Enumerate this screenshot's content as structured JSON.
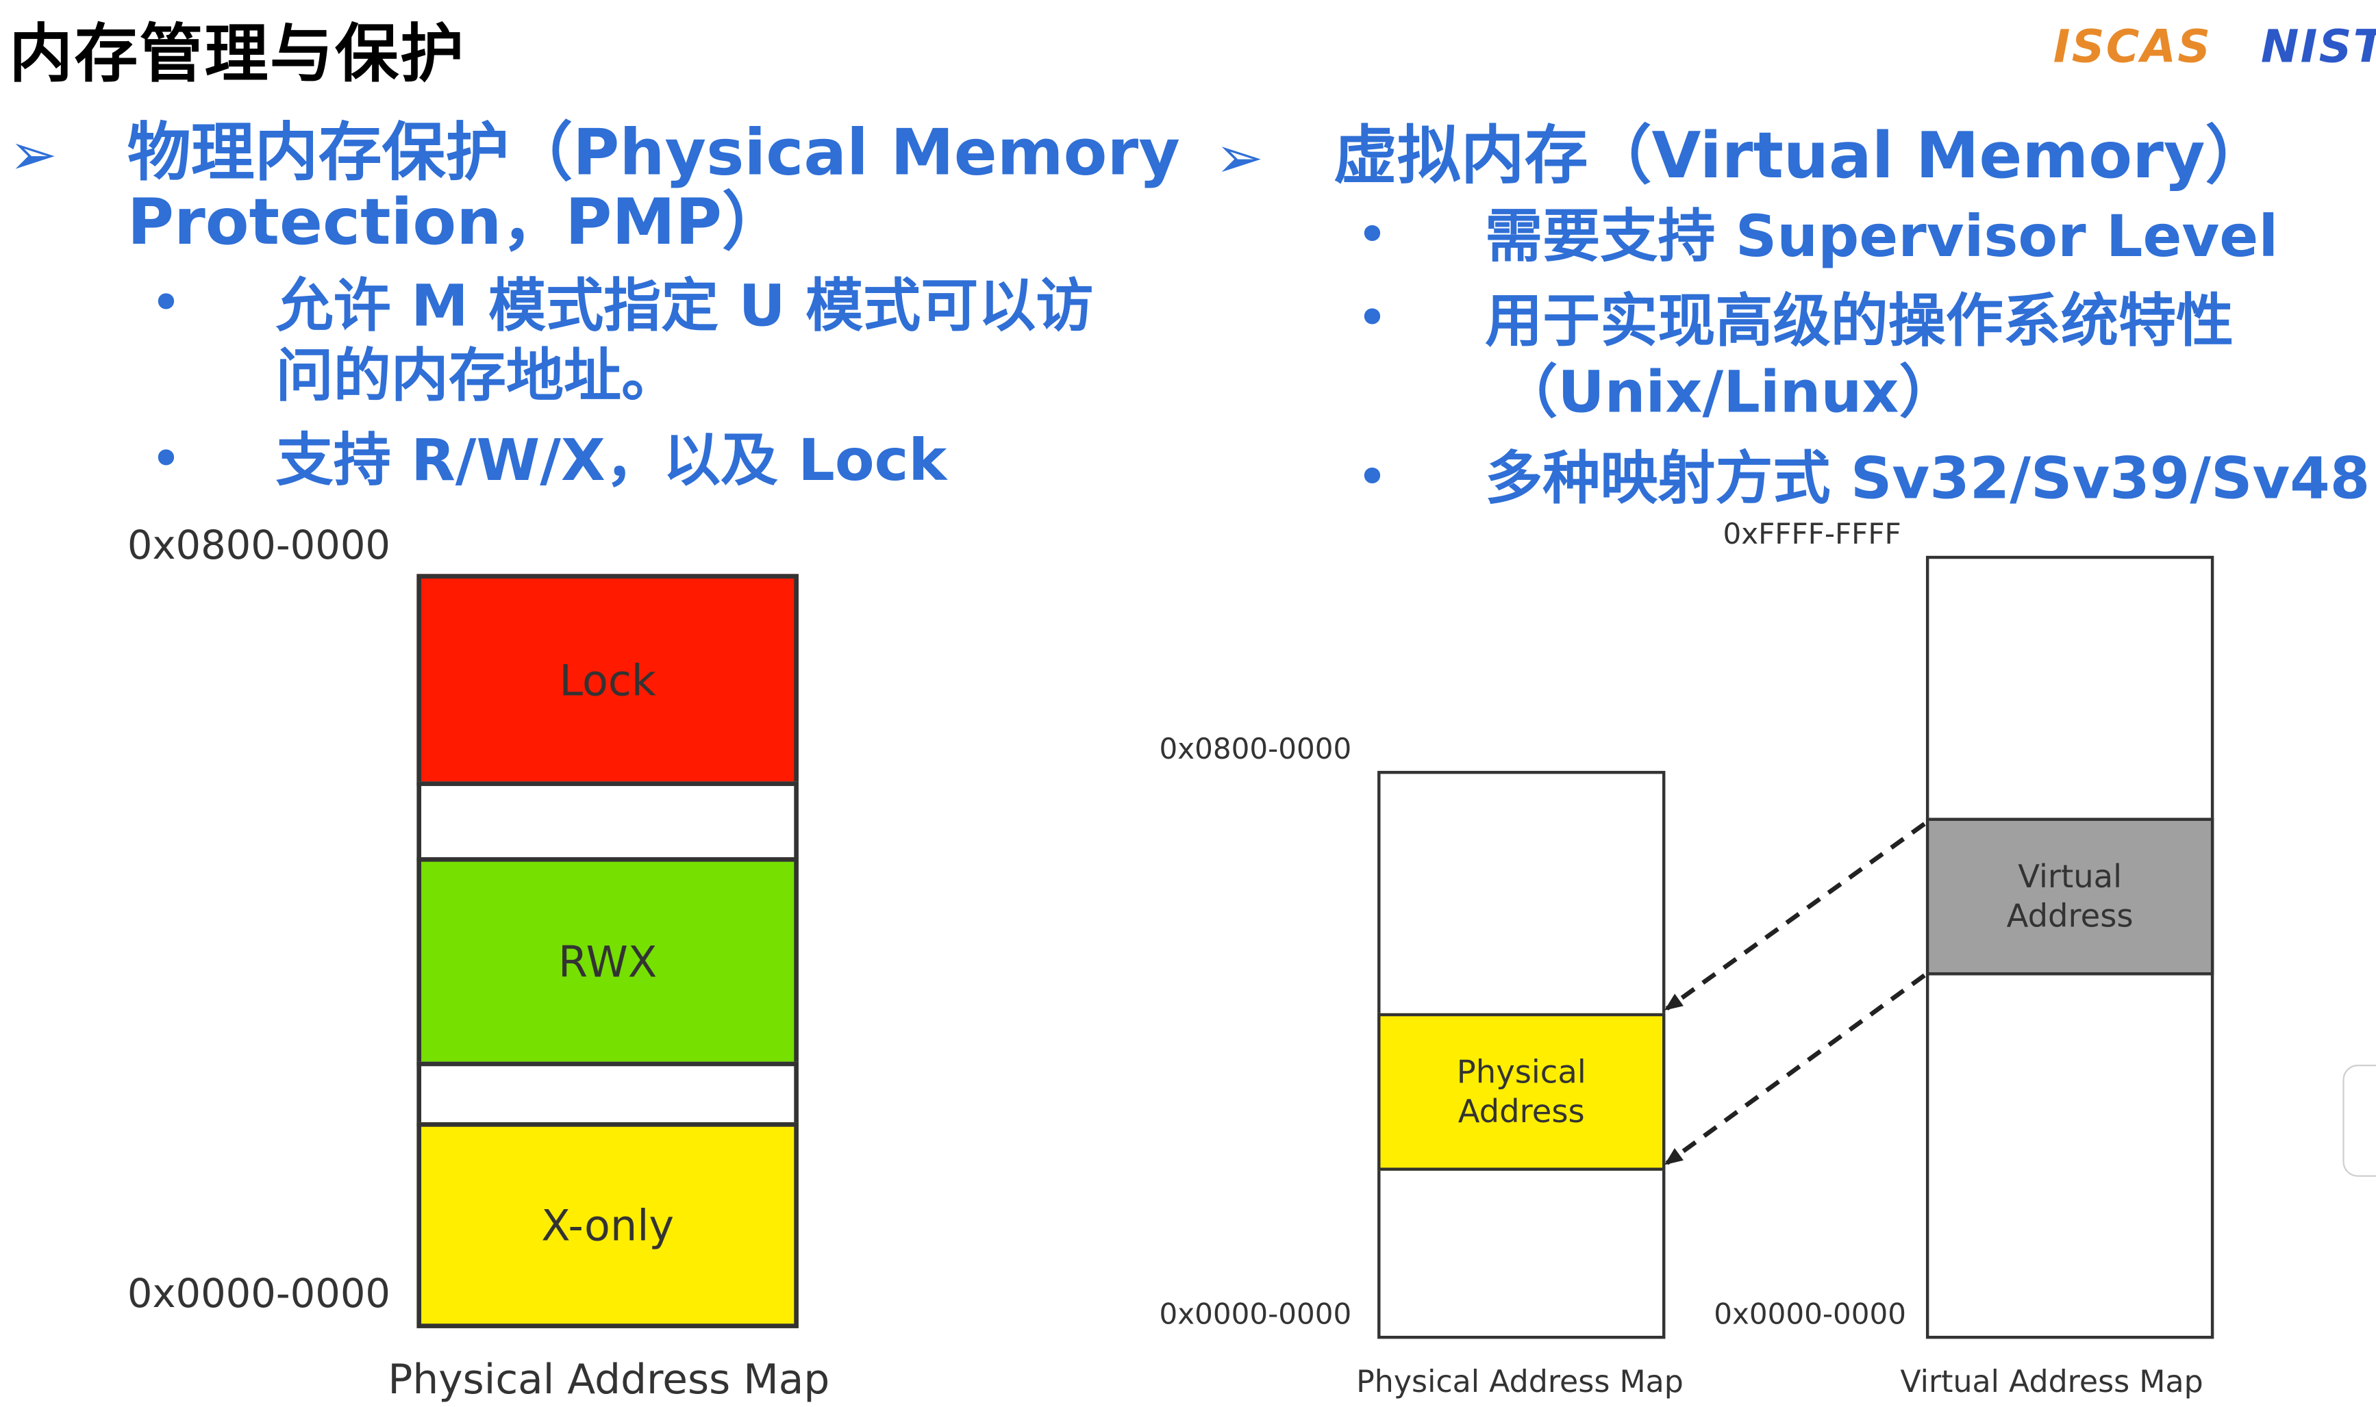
{
  "title": "内存管理与保护",
  "logos": [
    "ISCAS",
    "NIST"
  ],
  "left": {
    "bullet": "➢",
    "heading_line1": "物理内存保护（Physical Memory",
    "heading_line2": "Protection，PMP）",
    "items": [
      {
        "dot": "•",
        "line1": "允许 M 模式指定 U 模式可以访",
        "line2": "问的内存地址。"
      },
      {
        "dot": "•",
        "line1": "支持 R/W/X，以及 Lock"
      }
    ],
    "map": {
      "top_address": "0x0800-0000",
      "bottom_address": "0x0000-0000",
      "caption": "Physical Address Map",
      "regions": [
        {
          "label": "Lock",
          "color": "#ff1a00"
        },
        {
          "label": "",
          "color": "#ffffff"
        },
        {
          "label": "RWX",
          "color": "#76e000"
        },
        {
          "label": "",
          "color": "#ffffff"
        },
        {
          "label": "X-only",
          "color": "#ffee00"
        }
      ]
    }
  },
  "right": {
    "bullet": "➢",
    "heading": "虚拟内存（Virtual Memory）",
    "items": [
      {
        "dot": "•",
        "line1": "需要支持 Supervisor Level"
      },
      {
        "dot": "•",
        "line1": "用于实现高级的操作系统特性",
        "line2": "（Unix/Linux）"
      },
      {
        "dot": "•",
        "line1": "多种映射方式 Sv32/Sv39/Sv48"
      }
    ],
    "physical_map": {
      "top_address": "0x0800-0000",
      "bottom_address": "0x0000-0000",
      "caption": "Physical Address Map",
      "region_line1": "Physical",
      "region_line2": "Address",
      "region_color": "#ffee00"
    },
    "virtual_map": {
      "top_address": "0xFFFF-FFFF",
      "bottom_address": "0x0000-0000",
      "caption": "Virtual Address Map",
      "region_line1": "Virtual",
      "region_line2": "Address",
      "region_color": "#a0a0a0"
    }
  }
}
